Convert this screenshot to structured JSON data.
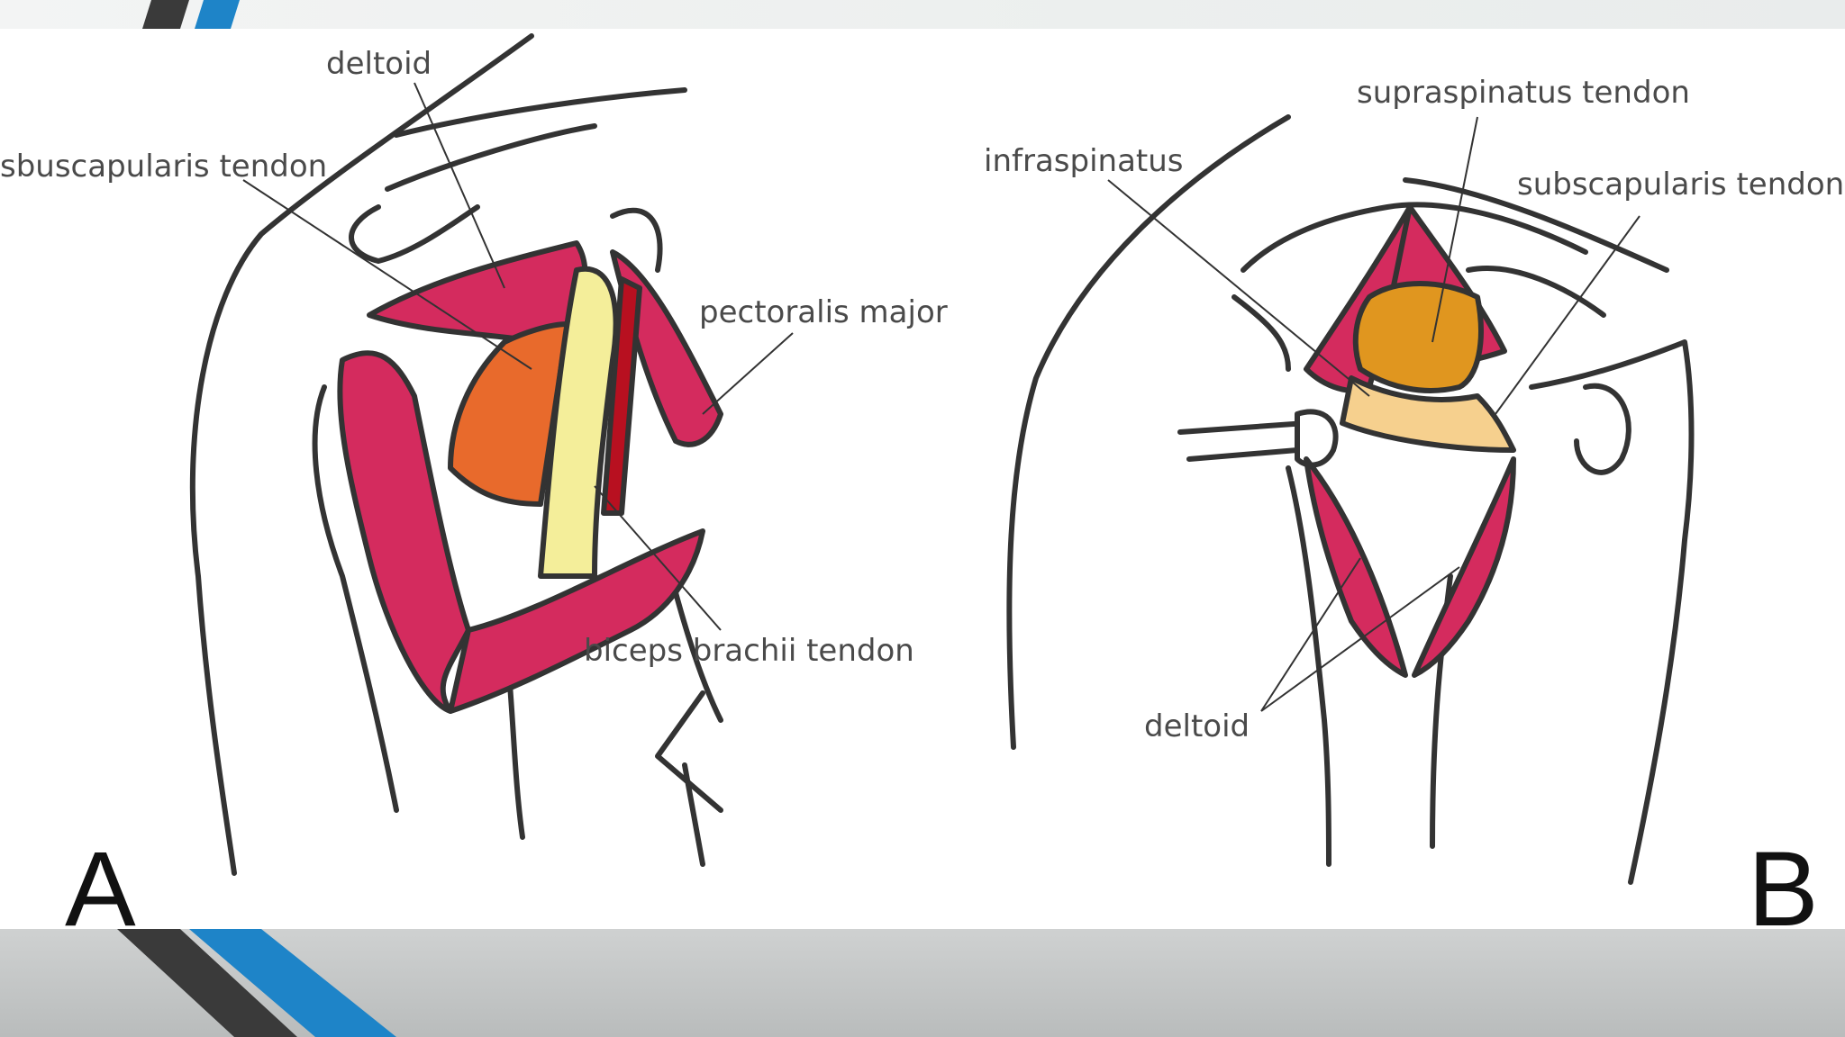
{
  "panel_a": {
    "letter": "A",
    "labels": {
      "deltoid": "deltoid",
      "subscapularis": "sbuscapularis tendon",
      "pectoralis": "pectoralis major",
      "biceps": "biceps brachii tendon"
    }
  },
  "panel_b": {
    "letter": "B",
    "labels": {
      "infraspinatus": "infraspinatus",
      "supraspinatus": "supraspinatus tendon",
      "subscapularis": "subscapularis tendon",
      "deltoid": "deltoid"
    }
  },
  "colors": {
    "muscle": "#d42b5e",
    "subscapularis_tendon": "#e86a2c",
    "biceps_tendon": "#f4ee9a",
    "supraspinatus_tendon": "#e0961f",
    "pale_tendon": "#f6d08e",
    "outline": "#333333",
    "accent_blue": "#1e84c8",
    "accent_dark": "#3a3a3a"
  }
}
